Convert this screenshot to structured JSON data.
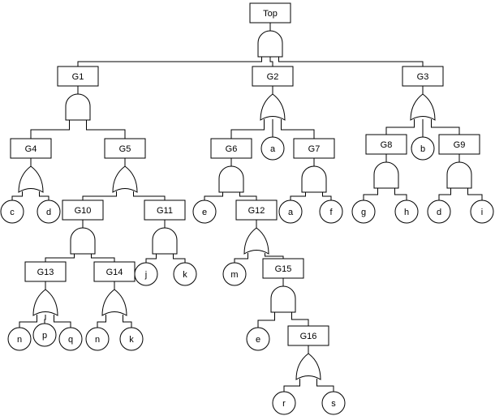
{
  "fault_tree": {
    "gates": [
      {
        "id": "top",
        "label": "Top",
        "type": "and"
      },
      {
        "id": "g1",
        "label": "G1",
        "type": "and"
      },
      {
        "id": "g2",
        "label": "G2",
        "type": "or"
      },
      {
        "id": "g3",
        "label": "G3",
        "type": "or"
      },
      {
        "id": "g4",
        "label": "G4",
        "type": "or"
      },
      {
        "id": "g5",
        "label": "G5",
        "type": "or"
      },
      {
        "id": "g6",
        "label": "G6",
        "type": "and"
      },
      {
        "id": "g7",
        "label": "G7",
        "type": "and"
      },
      {
        "id": "g8",
        "label": "G8",
        "type": "and"
      },
      {
        "id": "g9",
        "label": "G9",
        "type": "and"
      },
      {
        "id": "g10",
        "label": "G10",
        "type": "and"
      },
      {
        "id": "g11",
        "label": "G11",
        "type": "and"
      },
      {
        "id": "g12",
        "label": "G12",
        "type": "or"
      },
      {
        "id": "g13",
        "label": "G13",
        "type": "or"
      },
      {
        "id": "g14",
        "label": "G14",
        "type": "or"
      },
      {
        "id": "g15",
        "label": "G15",
        "type": "and"
      },
      {
        "id": "g16",
        "label": "G16",
        "type": "or"
      }
    ],
    "events": [
      {
        "id": "e_c",
        "label": "c"
      },
      {
        "id": "e_d1",
        "label": "d"
      },
      {
        "id": "e_n1",
        "label": "n"
      },
      {
        "id": "e_p",
        "label": "p"
      },
      {
        "id": "e_q",
        "label": "q"
      },
      {
        "id": "e_n2",
        "label": "n"
      },
      {
        "id": "e_k1",
        "label": "k"
      },
      {
        "id": "e_j",
        "label": "j"
      },
      {
        "id": "e_k2",
        "label": "k"
      },
      {
        "id": "e_e1",
        "label": "e"
      },
      {
        "id": "e_m",
        "label": "m"
      },
      {
        "id": "e_e2",
        "label": "e"
      },
      {
        "id": "e_r",
        "label": "r"
      },
      {
        "id": "e_s",
        "label": "s"
      },
      {
        "id": "e_a1",
        "label": "a"
      },
      {
        "id": "e_a2",
        "label": "a"
      },
      {
        "id": "e_f",
        "label": "f"
      },
      {
        "id": "e_g",
        "label": "g"
      },
      {
        "id": "e_h",
        "label": "h"
      },
      {
        "id": "e_b",
        "label": "b"
      },
      {
        "id": "e_d2",
        "label": "d"
      },
      {
        "id": "e_i",
        "label": "i"
      }
    ],
    "children": {
      "top": [
        "g1",
        "g2",
        "g3"
      ],
      "g1": [
        "g4",
        "g5"
      ],
      "g2": [
        "g6",
        "e_a1",
        "g7"
      ],
      "g3": [
        "g8",
        "e_b",
        "g9"
      ],
      "g4": [
        "e_c",
        "e_d1"
      ],
      "g5": [
        "g10",
        "g11"
      ],
      "g6": [
        "e_e1",
        "g12"
      ],
      "g7": [
        "e_a2",
        "e_f"
      ],
      "g8": [
        "e_g",
        "e_h"
      ],
      "g9": [
        "e_d2",
        "e_i"
      ],
      "g10": [
        "g13",
        "g14"
      ],
      "g11": [
        "e_j",
        "e_k2"
      ],
      "g12": [
        "e_m",
        "g15"
      ],
      "g13": [
        "e_n1",
        "e_p",
        "e_q"
      ],
      "g14": [
        "e_n2",
        "e_k1"
      ],
      "g15": [
        "e_e2",
        "g16"
      ],
      "g16": [
        "e_r",
        "e_s"
      ]
    }
  }
}
